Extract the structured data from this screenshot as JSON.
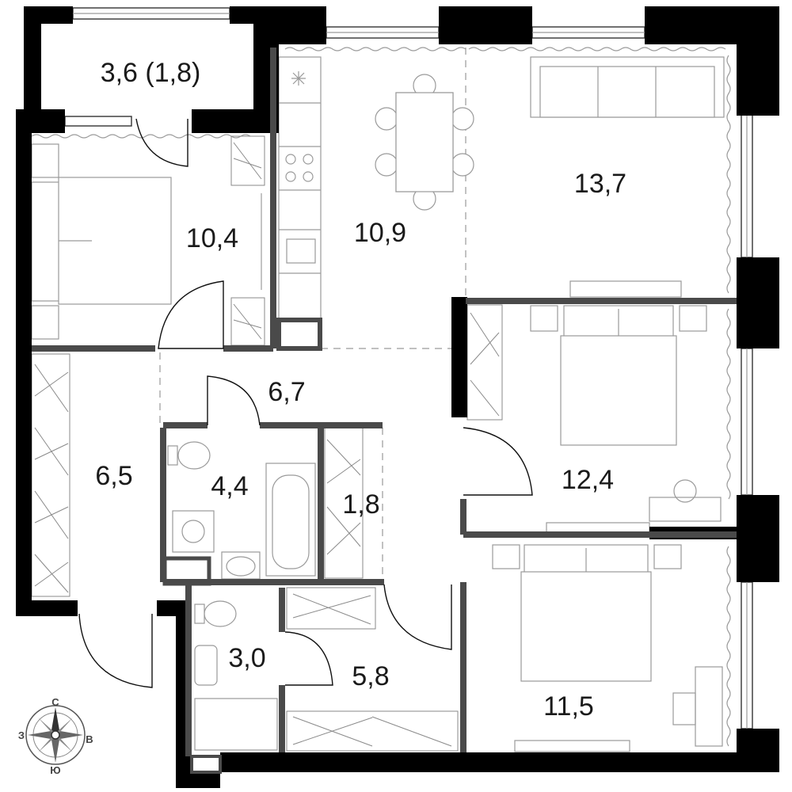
{
  "rooms": {
    "balcony": {
      "area": "3,6 (1,8)"
    },
    "bedroom_left": {
      "area": "10,4"
    },
    "kitchen": {
      "area": "10,9"
    },
    "living": {
      "area": "13,7"
    },
    "hall": {
      "area": "6,7"
    },
    "entry": {
      "area": "6,5"
    },
    "bathroom": {
      "area": "4,4"
    },
    "storage": {
      "area": "1,8"
    },
    "bedroom_right_upper": {
      "area": "12,4"
    },
    "wc": {
      "area": "3,0"
    },
    "corridor": {
      "area": "5,8"
    },
    "bedroom_right_lower": {
      "area": "11,5"
    }
  },
  "compass": {
    "north": "С",
    "south": "Ю",
    "west": "З",
    "east": "В"
  }
}
